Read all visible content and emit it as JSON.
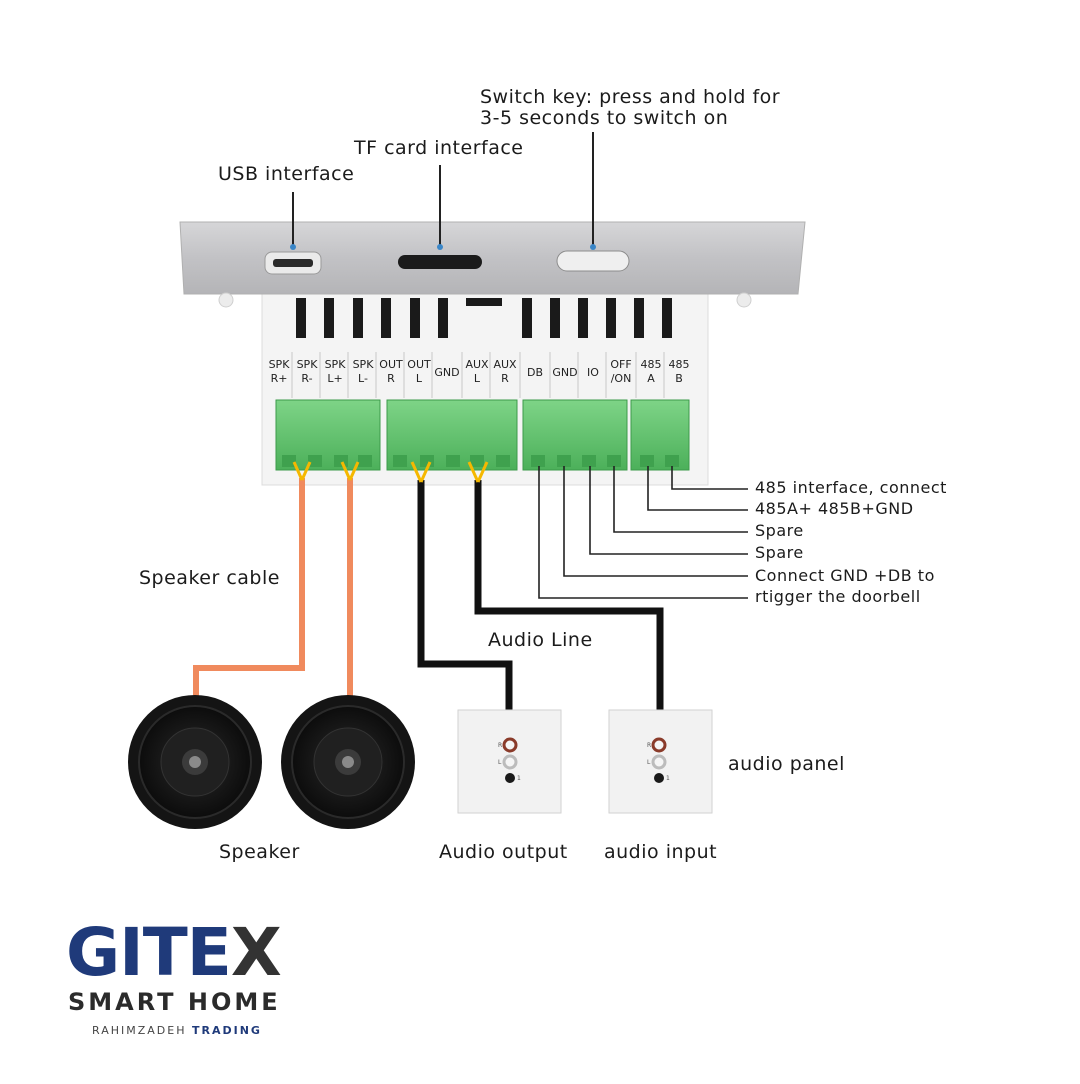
{
  "labels": {
    "switch_key_1": "Switch key: press and hold for",
    "switch_key_2": "3-5 seconds to switch on",
    "tf_card": "TF card interface",
    "usb": "USB interface",
    "speaker_cable": "Speaker cable",
    "audio_line": "Audio Line",
    "speaker": "Speaker",
    "audio_output": "Audio output",
    "audio_input": "audio input",
    "audio_panel": "audio panel",
    "rs485_1": "485 interface, connect",
    "rs485_2": "485A+ 485B+GND",
    "spare_1": "Spare",
    "spare_2": "Spare",
    "doorbell_1": "Connect  GND +DB to",
    "doorbell_2": "rtigger the doorbell"
  },
  "terminals": [
    {
      "top": "SPK",
      "bottom": "R+"
    },
    {
      "top": "SPK",
      "bottom": "R-"
    },
    {
      "top": "SPK",
      "bottom": "L+"
    },
    {
      "top": "SPK",
      "bottom": "L-"
    },
    {
      "top": "OUT",
      "bottom": "R"
    },
    {
      "top": "OUT",
      "bottom": "L"
    },
    {
      "top": "GND",
      "bottom": ""
    },
    {
      "top": "AUX",
      "bottom": "L"
    },
    {
      "top": "AUX",
      "bottom": "R"
    },
    {
      "top": "DB",
      "bottom": ""
    },
    {
      "top": "GND",
      "bottom": ""
    },
    {
      "top": "IO",
      "bottom": ""
    },
    {
      "top": "OFF",
      "bottom": "/ON"
    },
    {
      "top": "485",
      "bottom": "A"
    },
    {
      "top": "485",
      "bottom": "B"
    }
  ],
  "panel_marks": {
    "r": "R",
    "l": "L",
    "one": "1"
  },
  "logo": {
    "brand_main": "GITE",
    "brand_x": "X",
    "tagline": "SMART HOME",
    "company_regular": "RAHIMZADEH",
    "company_bold": "TRADING"
  },
  "colors": {
    "speaker_cable": "#f08a5d",
    "audio_line": "#111111",
    "wire_tip": "#f5b800",
    "connector_green": "#5cc46a",
    "brand_blue": "#1f3a7a",
    "faceplate": "#c9c9cb"
  }
}
